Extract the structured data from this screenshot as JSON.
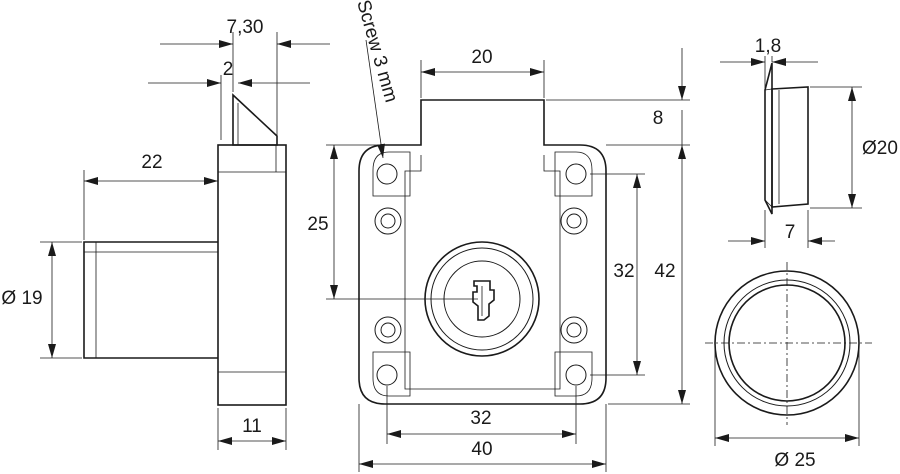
{
  "labels": {
    "w_7_30": "7,30",
    "w_2": "2",
    "screw": "Screw 3 mm",
    "w_20": "20",
    "w_8": "8",
    "w_1_8": "1,8",
    "d_20": "Ø20",
    "w_22": "22",
    "h_25": "25",
    "h_32": "32",
    "h_42": "42",
    "w_7": "7",
    "d_19": "Ø 19",
    "w_11": "11",
    "w_32": "32",
    "w_40": "40",
    "d_25": "Ø 25"
  }
}
